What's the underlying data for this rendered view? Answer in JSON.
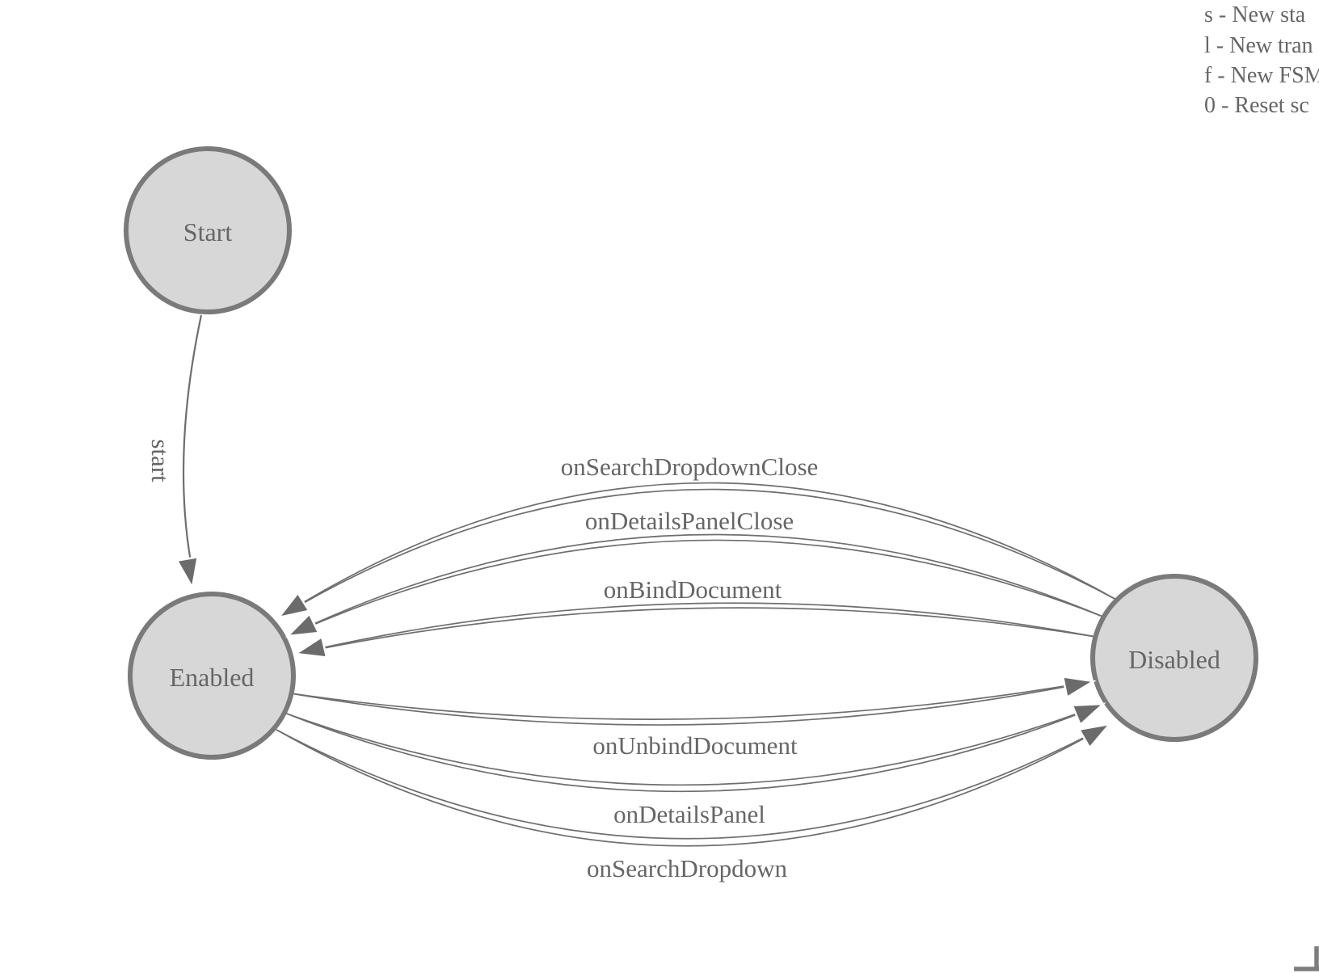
{
  "nodes": {
    "start": {
      "label": "Start"
    },
    "enabled": {
      "label": "Enabled"
    },
    "disabled": {
      "label": "Disabled"
    }
  },
  "transitions": {
    "start": {
      "label": "start"
    },
    "search_dropdown_close": {
      "label": "onSearchDropdownClose"
    },
    "details_panel_close": {
      "label": "onDetailsPanelClose"
    },
    "bind_document": {
      "label": "onBindDocument"
    },
    "unbind_document": {
      "label": "onUnbindDocument"
    },
    "details_panel": {
      "label": "onDetailsPanel"
    },
    "search_dropdown": {
      "label": "onSearchDropdown"
    }
  },
  "legend": {
    "lines": [
      "s - New sta",
      "l - New tran",
      "f - New FSM",
      "0 - Reset sc"
    ]
  },
  "colors": {
    "node_fill": "#d7d7d7",
    "node_stroke": "#7a7a7a",
    "edge": "#6e6e6e",
    "arrow": "#6b6b6b",
    "text": "#666666",
    "corner": "#7d7d7d"
  }
}
